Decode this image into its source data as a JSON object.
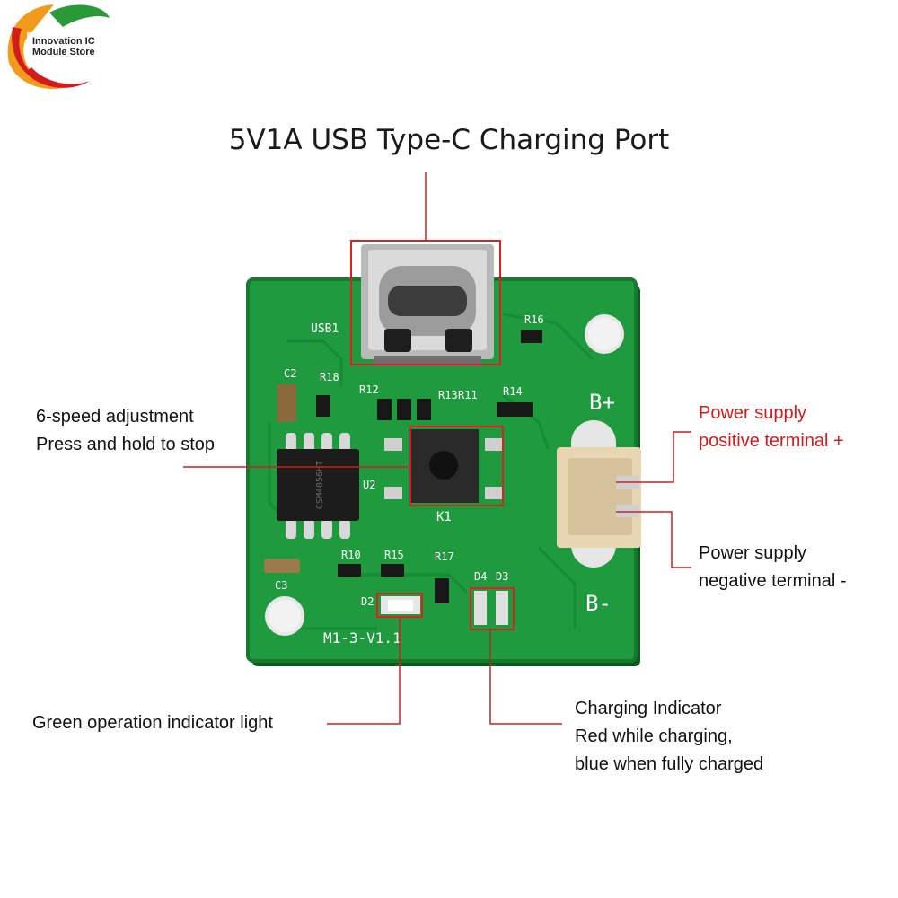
{
  "logo": {
    "line1": "Innovation IC",
    "line2": "Module Store"
  },
  "title": "5V1A USB Type-C Charging Port",
  "callouts": {
    "button_line1": "6-speed adjustment",
    "button_line2": "Press and hold to stop",
    "pos_line1": "Power supply",
    "pos_line2": "positive terminal +",
    "neg_line1": "Power supply",
    "neg_line2": "negative terminal -",
    "green_led": "Green operation indicator light",
    "charge_line1": "Charging Indicator",
    "charge_line2": "Red while charging,",
    "charge_line3": "blue when fully charged"
  },
  "board": {
    "usb": "USB1",
    "c2": "C2",
    "c3": "C3",
    "r18": "R18",
    "r12": "R12",
    "r13": "R13",
    "r11": "R11",
    "r14": "R14",
    "r16": "R16",
    "u2": "U2",
    "k1": "K1",
    "r10": "R10",
    "r15": "R15",
    "r17": "R17",
    "d2": "D2",
    "d3": "D3",
    "d4": "D4",
    "bplus": "B+",
    "bminus": "B-",
    "version": "M1-3-V1.1",
    "chip": "CSM4056HT"
  },
  "colors": {
    "pcb": "#1f9a3e",
    "callout_red": "#d01c1c"
  }
}
